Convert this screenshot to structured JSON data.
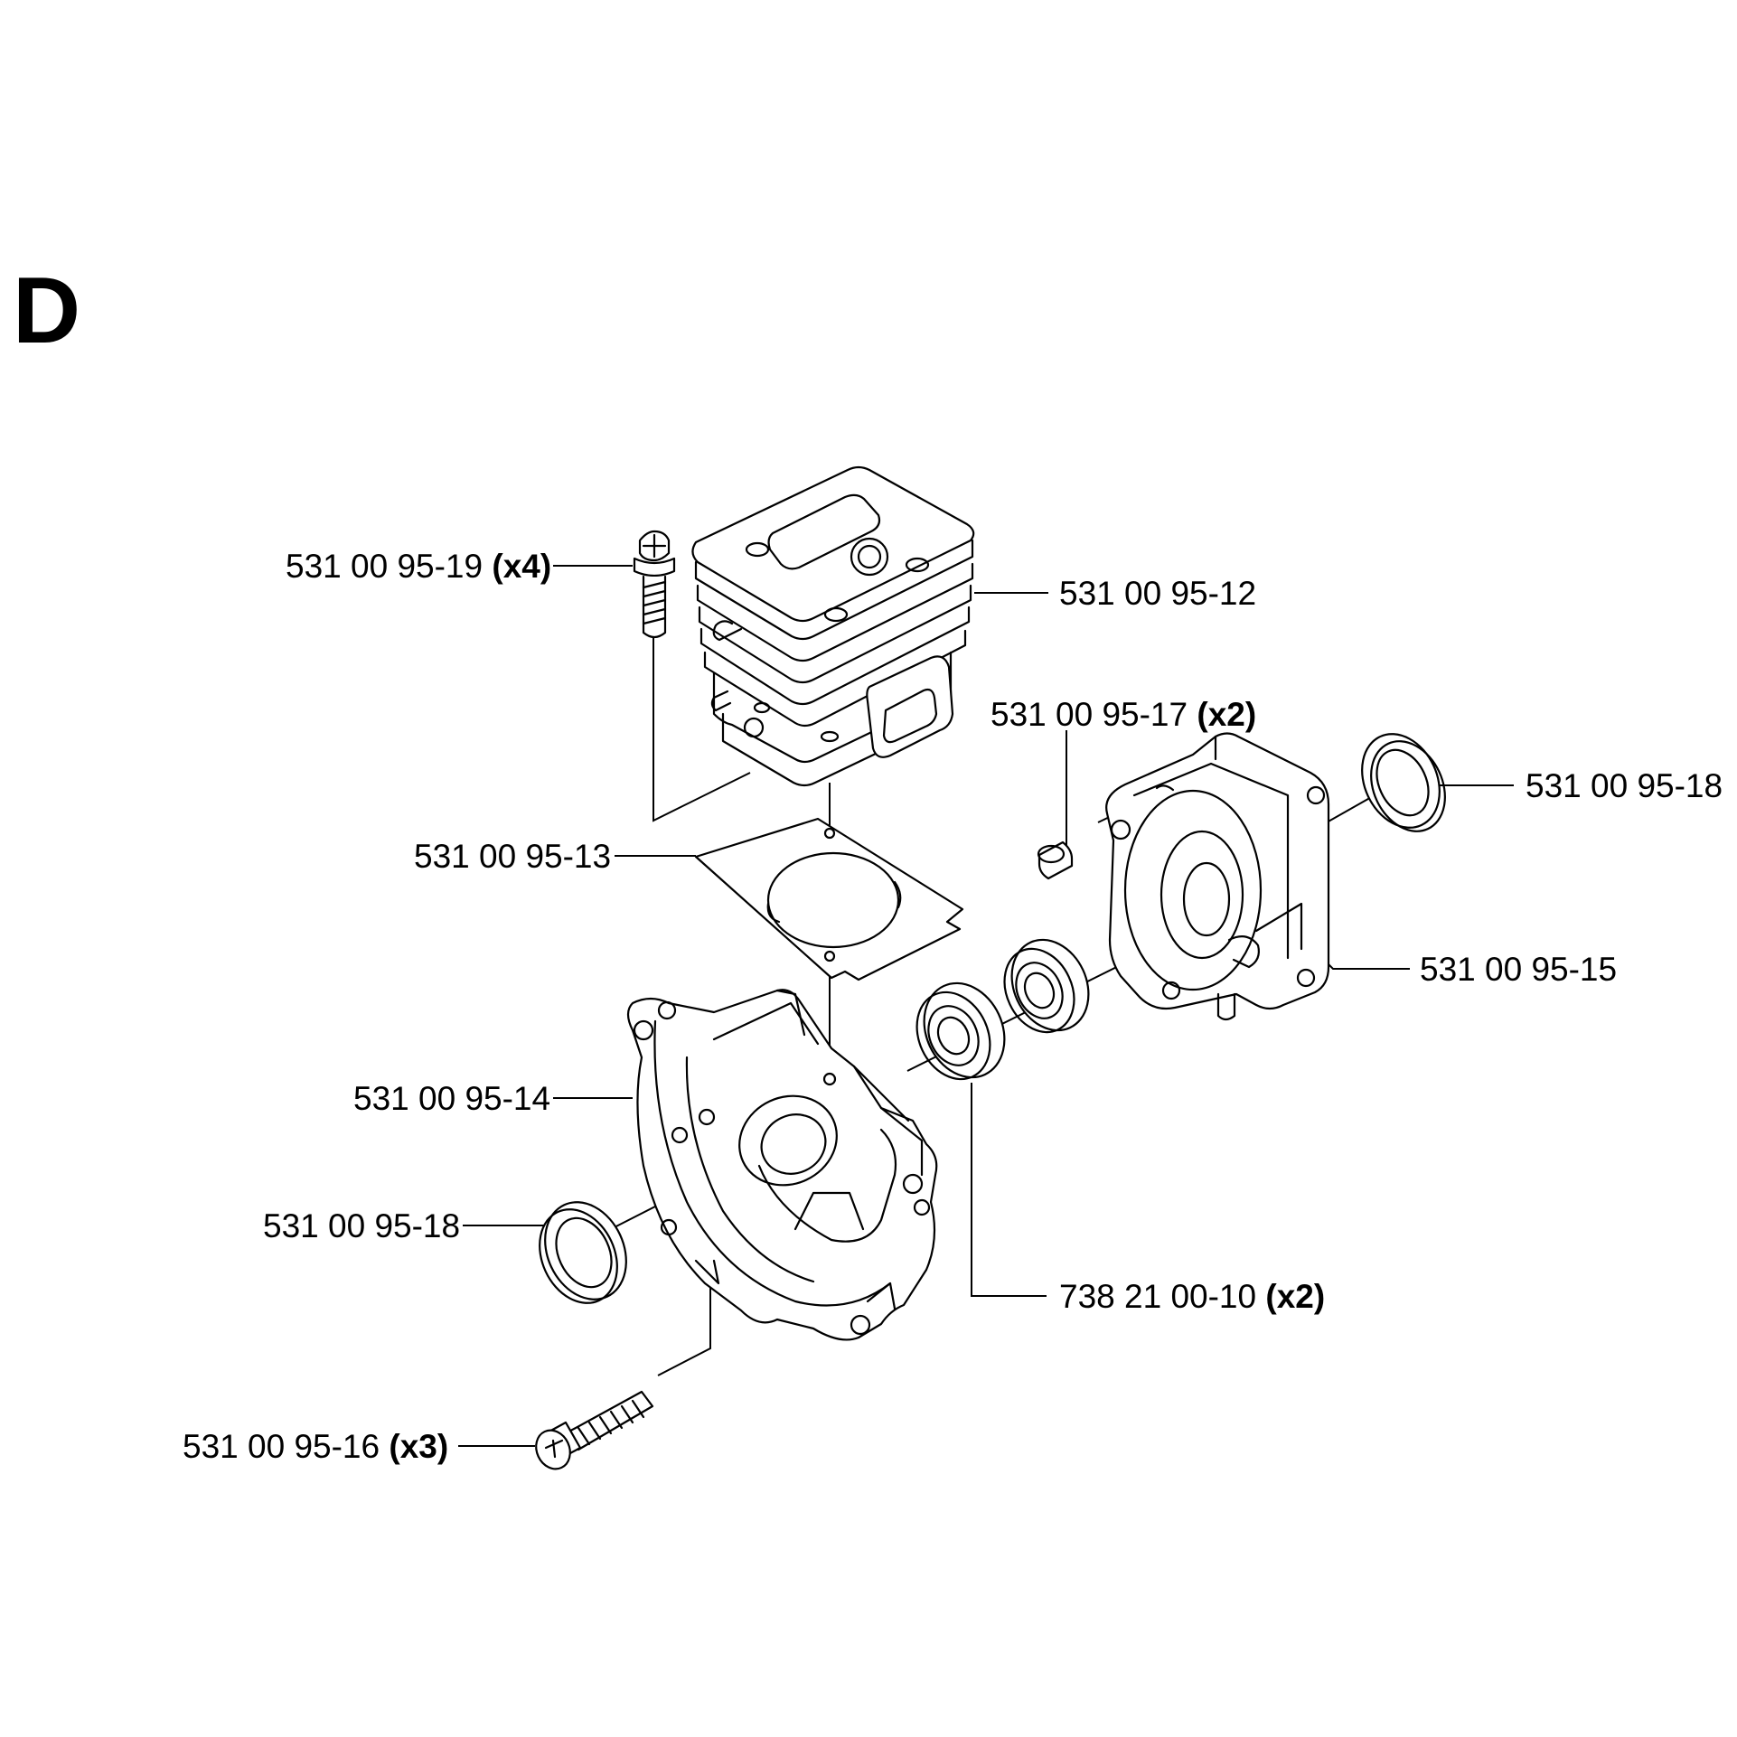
{
  "section": {
    "letter": "D"
  },
  "callouts": [
    {
      "id": "c19",
      "part_no": "531 00 95-19",
      "qty": "(x4)"
    },
    {
      "id": "c12",
      "part_no": "531 00 95-12",
      "qty": ""
    },
    {
      "id": "c17",
      "part_no": "531 00 95-17",
      "qty": "(x2)"
    },
    {
      "id": "c18r",
      "part_no": "531 00 95-18",
      "qty": ""
    },
    {
      "id": "c13",
      "part_no": "531 00 95-13",
      "qty": ""
    },
    {
      "id": "c15",
      "part_no": "531 00 95-15",
      "qty": ""
    },
    {
      "id": "c14",
      "part_no": "531 00 95-14",
      "qty": ""
    },
    {
      "id": "c18l",
      "part_no": "531 00 95-18",
      "qty": ""
    },
    {
      "id": "c10",
      "part_no": "738 21 00-10",
      "qty": "(x2)"
    },
    {
      "id": "c16",
      "part_no": "531 00 95-16",
      "qty": "(x3)"
    }
  ]
}
